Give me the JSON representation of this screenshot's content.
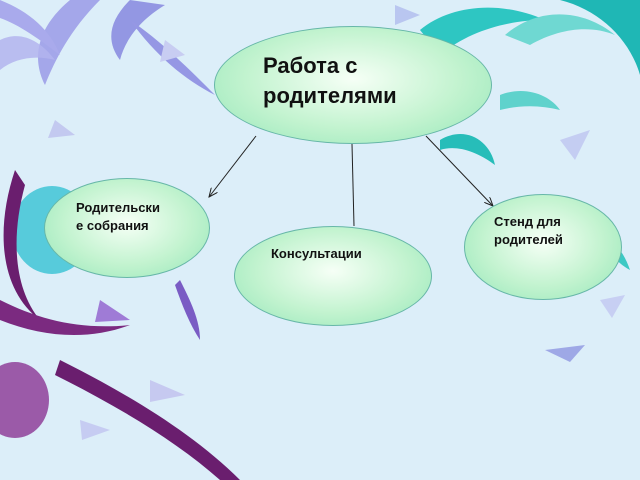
{
  "diagram": {
    "center": {
      "label": "   Работа с\nродителями"
    },
    "branches": [
      {
        "id": "meetings",
        "label": "Родительски\nе собрания"
      },
      {
        "id": "consult",
        "label": "Консультации"
      },
      {
        "id": "stand",
        "label": "Стенд для\nродителей"
      }
    ]
  }
}
